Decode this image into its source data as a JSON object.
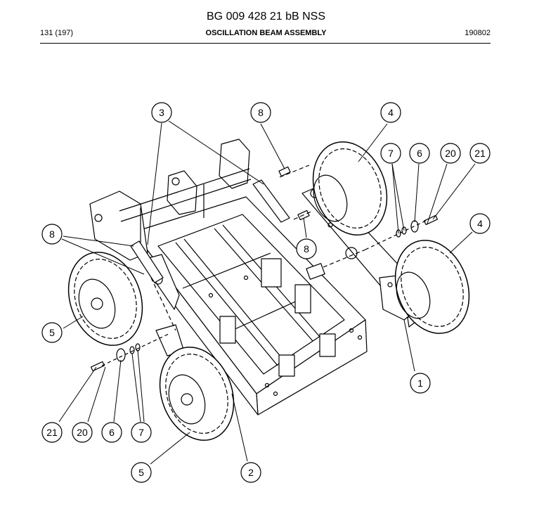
{
  "header": {
    "doc_code": "BG 009 428 21 bB NSS",
    "page": "131 (197)",
    "title": "OSCILLATION BEAM ASSEMBLY",
    "date_code": "190802"
  },
  "callouts": [
    "3",
    "8",
    "4",
    "7",
    "6",
    "20",
    "21",
    "4",
    "8",
    "8",
    "5",
    "1",
    "21",
    "20",
    "6",
    "7",
    "5",
    "2"
  ]
}
